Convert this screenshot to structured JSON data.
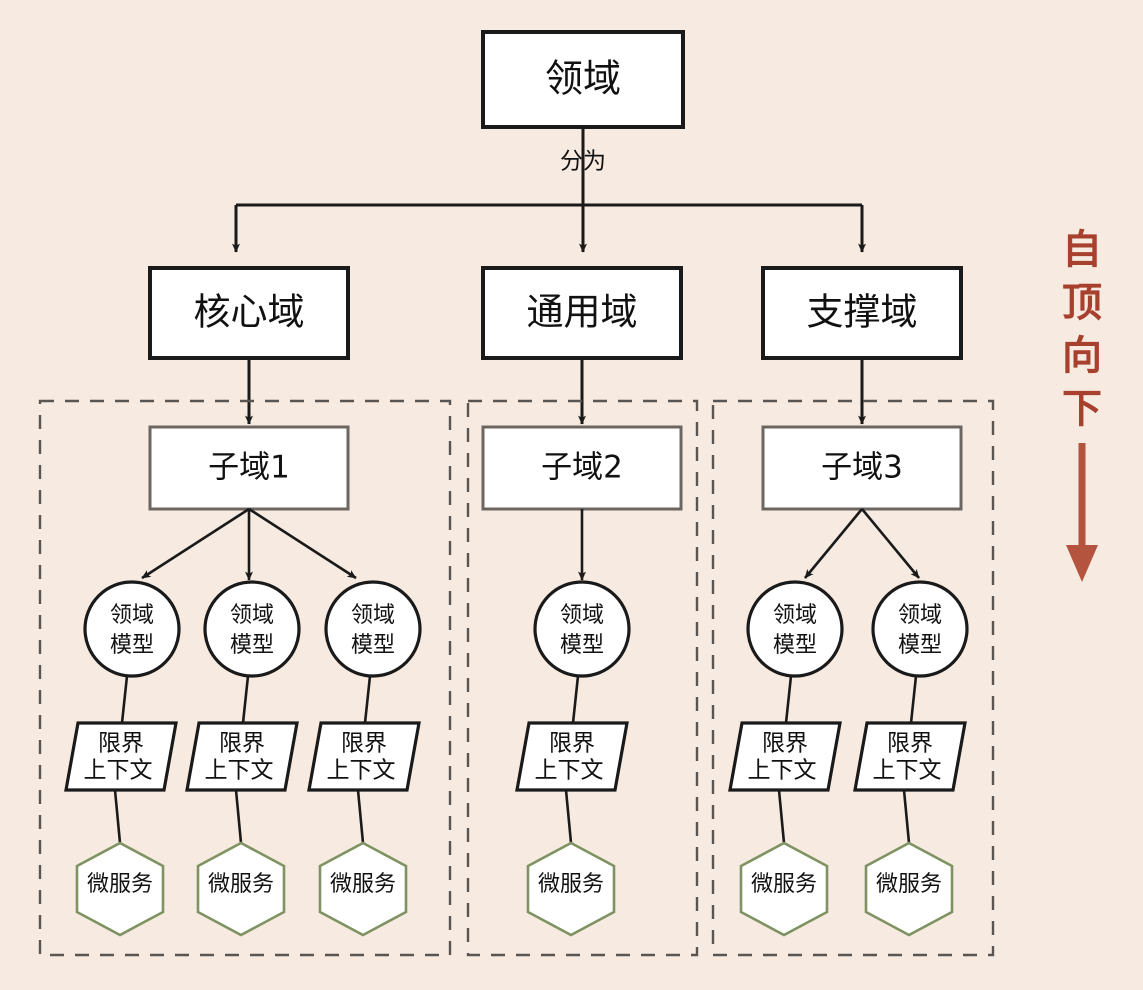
{
  "diagram": {
    "title_box": {
      "label": "领域"
    },
    "edge_labels": {
      "split_into": "分为"
    },
    "domains": [
      {
        "id": "core",
        "label": "核心域"
      },
      {
        "id": "generic",
        "label": "通用域"
      },
      {
        "id": "supporting",
        "label": "支撑域"
      }
    ],
    "subdomains": [
      {
        "id": "sub1",
        "label": "子域1"
      },
      {
        "id": "sub2",
        "label": "子域2"
      },
      {
        "id": "sub3",
        "label": "子域3"
      }
    ],
    "domain_models": [
      {
        "id": "dm-1-1",
        "line1": "领域",
        "line2": "模型"
      },
      {
        "id": "dm-1-2",
        "line1": "领域",
        "line2": "模型"
      },
      {
        "id": "dm-1-3",
        "line1": "领域",
        "line2": "模型"
      },
      {
        "id": "dm-2-1",
        "line1": "领域",
        "line2": "模型"
      },
      {
        "id": "dm-3-1",
        "line1": "领域",
        "line2": "模型"
      },
      {
        "id": "dm-3-2",
        "line1": "领域",
        "line2": "模型"
      }
    ],
    "bounded_contexts": [
      {
        "id": "bc-1-1",
        "line1": "限界",
        "line2": "上下文"
      },
      {
        "id": "bc-1-2",
        "line1": "限界",
        "line2": "上下文"
      },
      {
        "id": "bc-1-3",
        "line1": "限界",
        "line2": "上下文"
      },
      {
        "id": "bc-2-1",
        "line1": "限界",
        "line2": "上下文"
      },
      {
        "id": "bc-3-1",
        "line1": "限界",
        "line2": "上下文"
      },
      {
        "id": "bc-3-2",
        "line1": "限界",
        "line2": "上下文"
      }
    ],
    "microservices": [
      {
        "id": "ms-1-1",
        "label": "微服务"
      },
      {
        "id": "ms-1-2",
        "label": "微服务"
      },
      {
        "id": "ms-1-3",
        "label": "微服务"
      },
      {
        "id": "ms-2-1",
        "label": "微服务"
      },
      {
        "id": "ms-3-1",
        "label": "微服务"
      },
      {
        "id": "ms-3-2",
        "label": "微服务"
      }
    ],
    "side_note": {
      "chars": [
        "自",
        "顶",
        "向",
        "下"
      ],
      "text": "自顶向下",
      "color": "#a8402e",
      "arrow_direction": "down"
    },
    "colors": {
      "background": "#f7ebe1",
      "shape_fill": "#ffffff",
      "hard_border": "#1a1a1a",
      "soft_border": "#6b6661",
      "hex_border": "#7f9262",
      "dashed_border": "#5a5550",
      "accent": "#a8402e"
    }
  }
}
